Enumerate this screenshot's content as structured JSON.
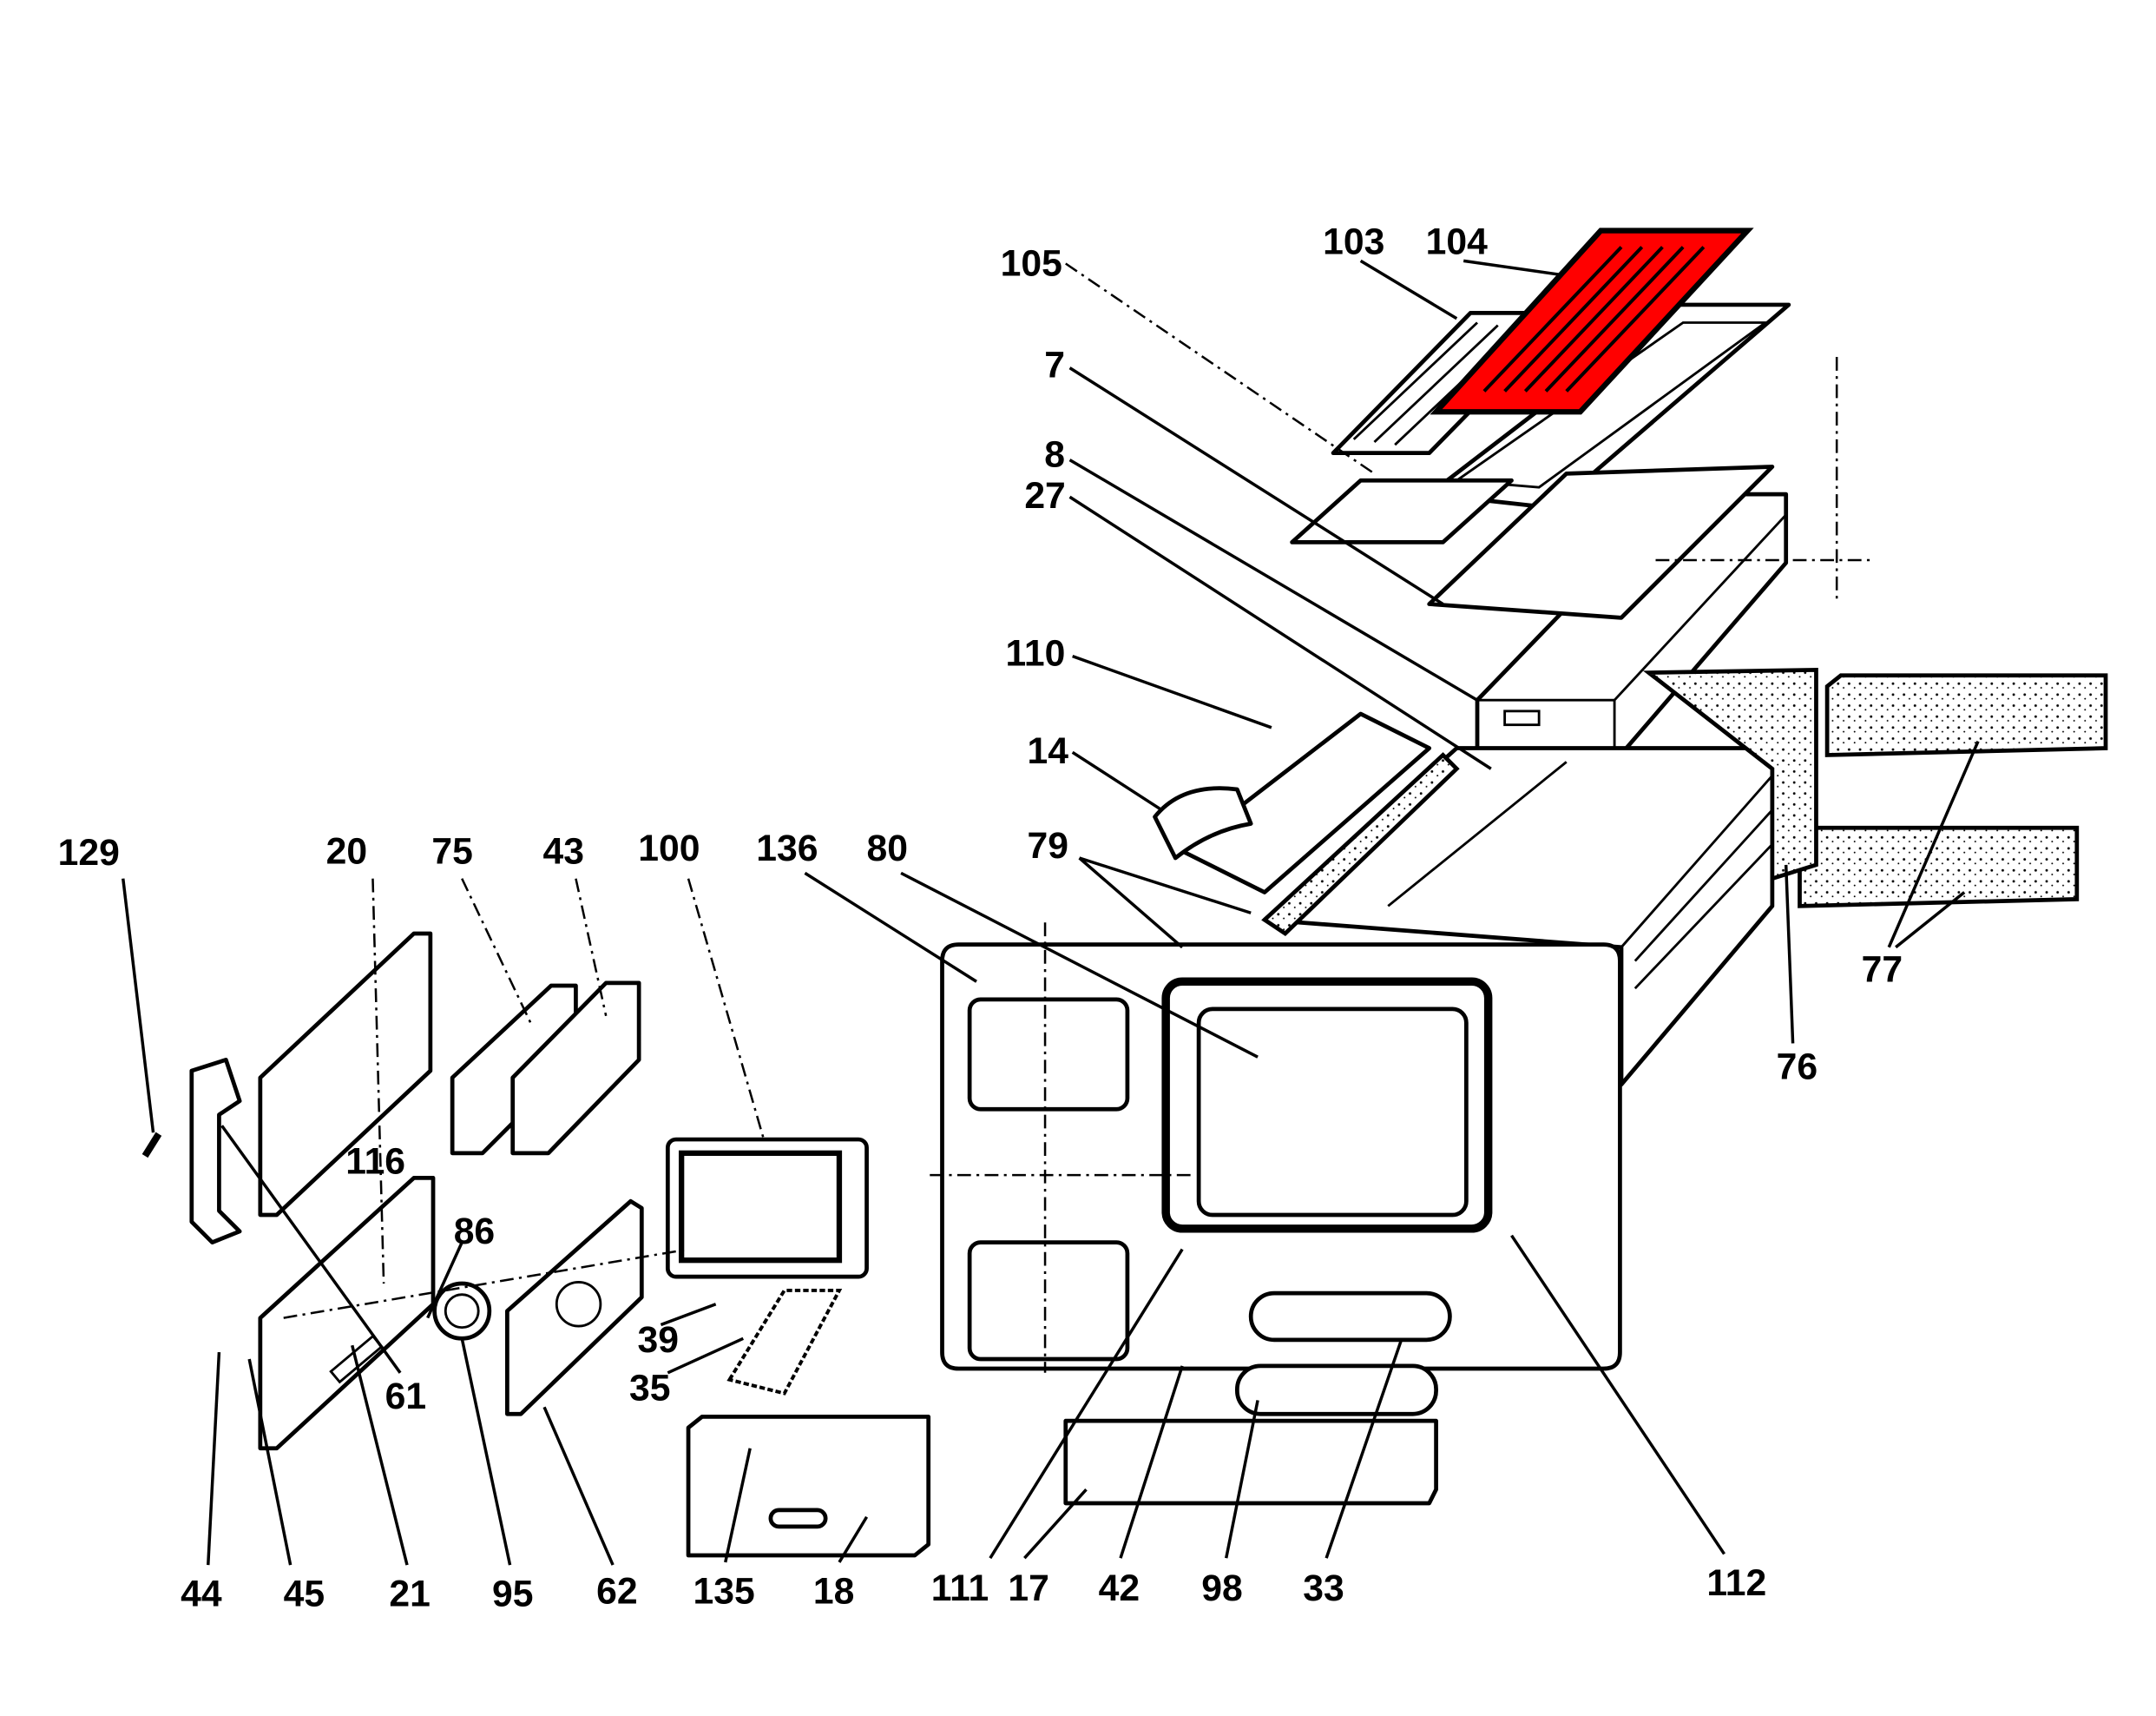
{
  "diagram": {
    "highlight_color": "#ff0000",
    "highlighted_part": "104",
    "parts": [
      "105",
      "103",
      "104",
      "7",
      "8",
      "27",
      "110",
      "14",
      "79",
      "129",
      "20",
      "75",
      "43",
      "100",
      "136",
      "80",
      "116",
      "86",
      "39",
      "35",
      "61",
      "44",
      "45",
      "21",
      "95",
      "62",
      "135",
      "18",
      "111",
      "17",
      "42",
      "98",
      "33",
      "112",
      "76",
      "77"
    ]
  }
}
